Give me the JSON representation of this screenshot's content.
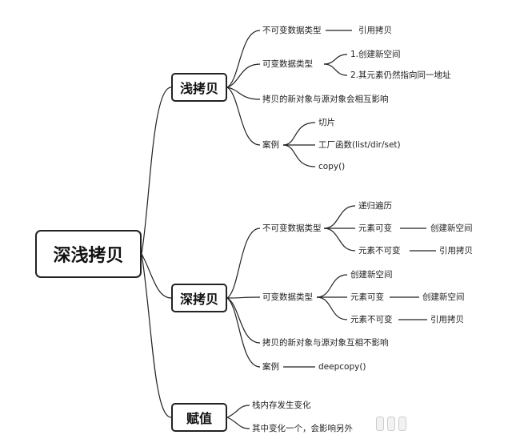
{
  "root": "深浅拷贝",
  "branches": {
    "shallow": {
      "label": "浅拷贝",
      "immutable": "不可变数据类型",
      "immutable_ref": "引用拷贝",
      "mutable": "可变数据类型",
      "mutable_items": [
        "1.创建新空间",
        "2.其元素仍然指向同一地址"
      ],
      "mutual": "拷贝的新对象与源对象会相互影响",
      "example": "案例",
      "example_items": [
        "切片",
        "工厂函数(list/dir/set)",
        "copy()"
      ]
    },
    "deep": {
      "label": "深拷贝",
      "immutable": "不可变数据类型",
      "immutable_items": [
        "递归遍历",
        "元素可变",
        "元素不可变"
      ],
      "immutable_results": [
        "创建新空间",
        "引用拷贝"
      ],
      "mutable": "可变数据类型",
      "mutable_items": [
        "创建新空间",
        "元素可变",
        "元素不可变"
      ],
      "mutable_results": [
        "创建新空间",
        "引用拷贝"
      ],
      "mutual": "拷贝的新对象与源对象互相不影响",
      "example": "案例",
      "example_item": "deepcopy()"
    },
    "assign": {
      "label": "赋值",
      "items": [
        "栈内存发生变化",
        "其中变化一个，会影响另外"
      ]
    }
  }
}
